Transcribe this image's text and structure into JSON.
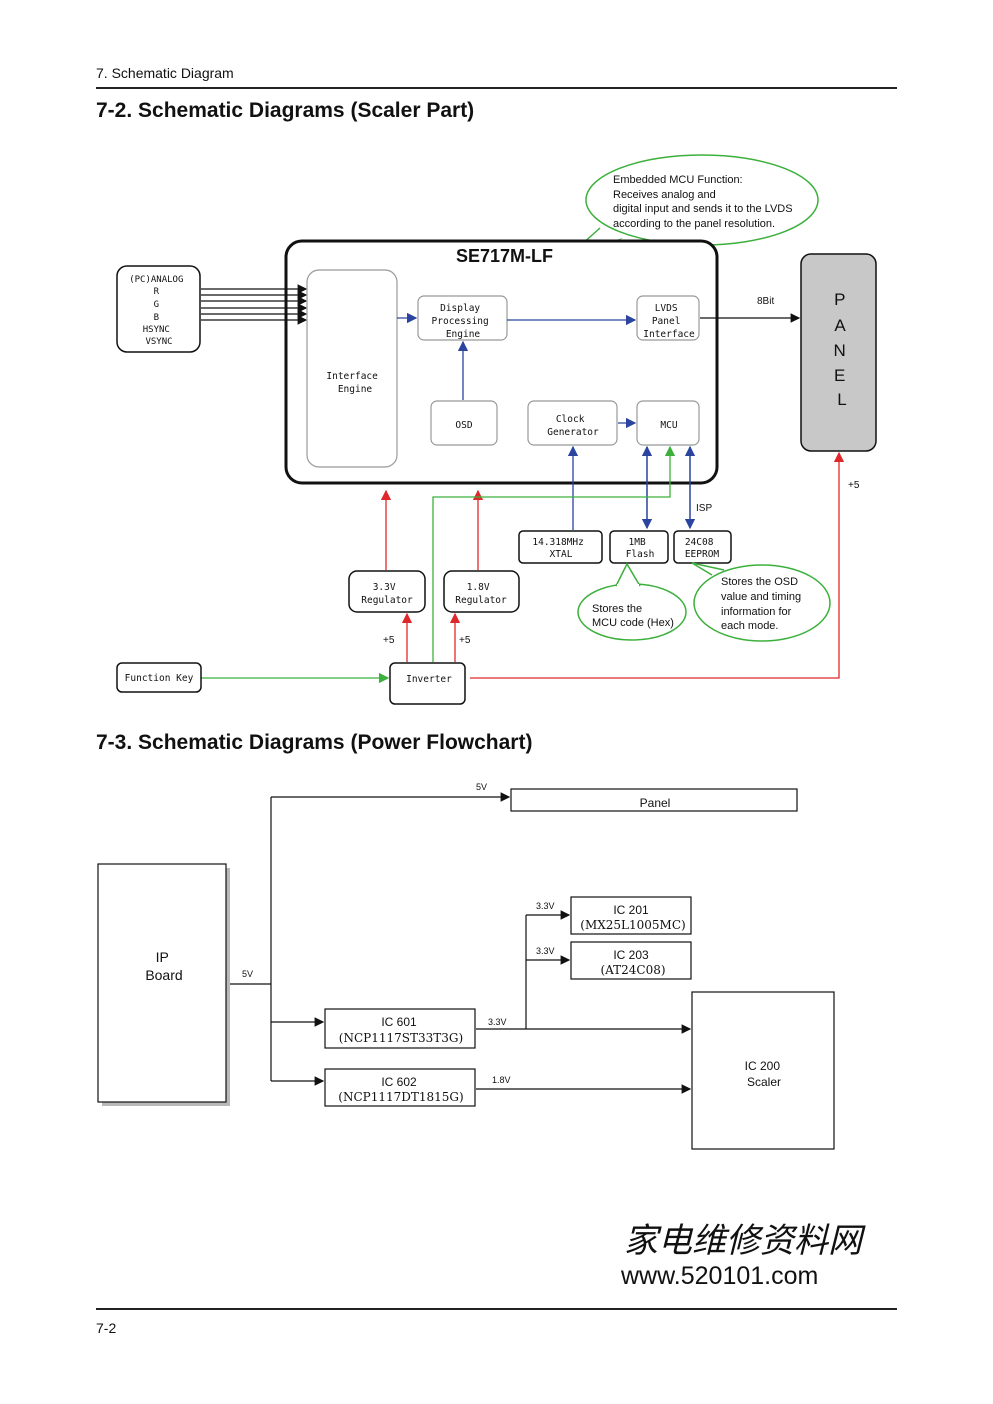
{
  "header": {
    "section": "7. Schematic Diagram"
  },
  "scaler": {
    "title": "7-2. Schematic Diagrams (Scaler Part)",
    "chip_label": "SE717M-LF",
    "callout_mcu": [
      "Embedded MCU Function:",
      "Receives analog and",
      "digital input and sends it to the LVDS",
      "according to the panel resolution."
    ],
    "input_block": [
      "(PC)ANALOG",
      "R",
      "G",
      "B",
      "HSYNC",
      "VSYNC"
    ],
    "interface_engine": [
      "Interface",
      "Engine"
    ],
    "display_engine": [
      "Display",
      "Processing",
      "Engine"
    ],
    "lvds": [
      "LVDS",
      "Panel",
      "Interface"
    ],
    "osd": "OSD",
    "clock": [
      "Clock",
      "Generator"
    ],
    "mcu": "MCU",
    "bit_label": "8Bit",
    "panel_letters": [
      "P",
      "A",
      "N",
      "E",
      "L"
    ],
    "plus5_panel": "+5",
    "isp": "ISP",
    "xtal": [
      "14.318MHz",
      "XTAL"
    ],
    "flash": [
      "1MB",
      "Flash"
    ],
    "eeprom": [
      "24C08",
      "EEPROM"
    ],
    "reg33": [
      "3.3V",
      "Regulator"
    ],
    "reg18": [
      "1.8V",
      "Regulator"
    ],
    "plus5_a": "+5",
    "plus5_b": "+5",
    "callout_flash": [
      "Stores the",
      "MCU code (Hex)"
    ],
    "callout_eeprom": [
      "Stores the OSD",
      "value and timing",
      "information for",
      "each mode."
    ],
    "function_key": "Function Key",
    "inverter": "Inverter"
  },
  "power": {
    "title": "7-3. Schematic Diagrams (Power Flowchart)",
    "panel": "Panel",
    "v5_top": "5V",
    "ip_board": [
      "IP",
      "Board"
    ],
    "v5_left": "5V",
    "ic201": [
      "IC 201",
      "(MX25L1005MC)"
    ],
    "ic203": [
      "IC 203",
      "(AT24C08)"
    ],
    "v33_a": "3.3V",
    "v33_b": "3.3V",
    "ic601": [
      "IC 601",
      "(NCP1117ST33T3G)"
    ],
    "v33_c": "3.3V",
    "ic602": [
      "IC 602",
      "(NCP1117DT1815G)"
    ],
    "v18": "1.8V",
    "ic200": [
      "IC 200",
      "Scaler"
    ]
  },
  "watermark": {
    "cn": "家电维修资料网",
    "url": "www.520101.com"
  },
  "footer": {
    "page_number": "7-2"
  }
}
